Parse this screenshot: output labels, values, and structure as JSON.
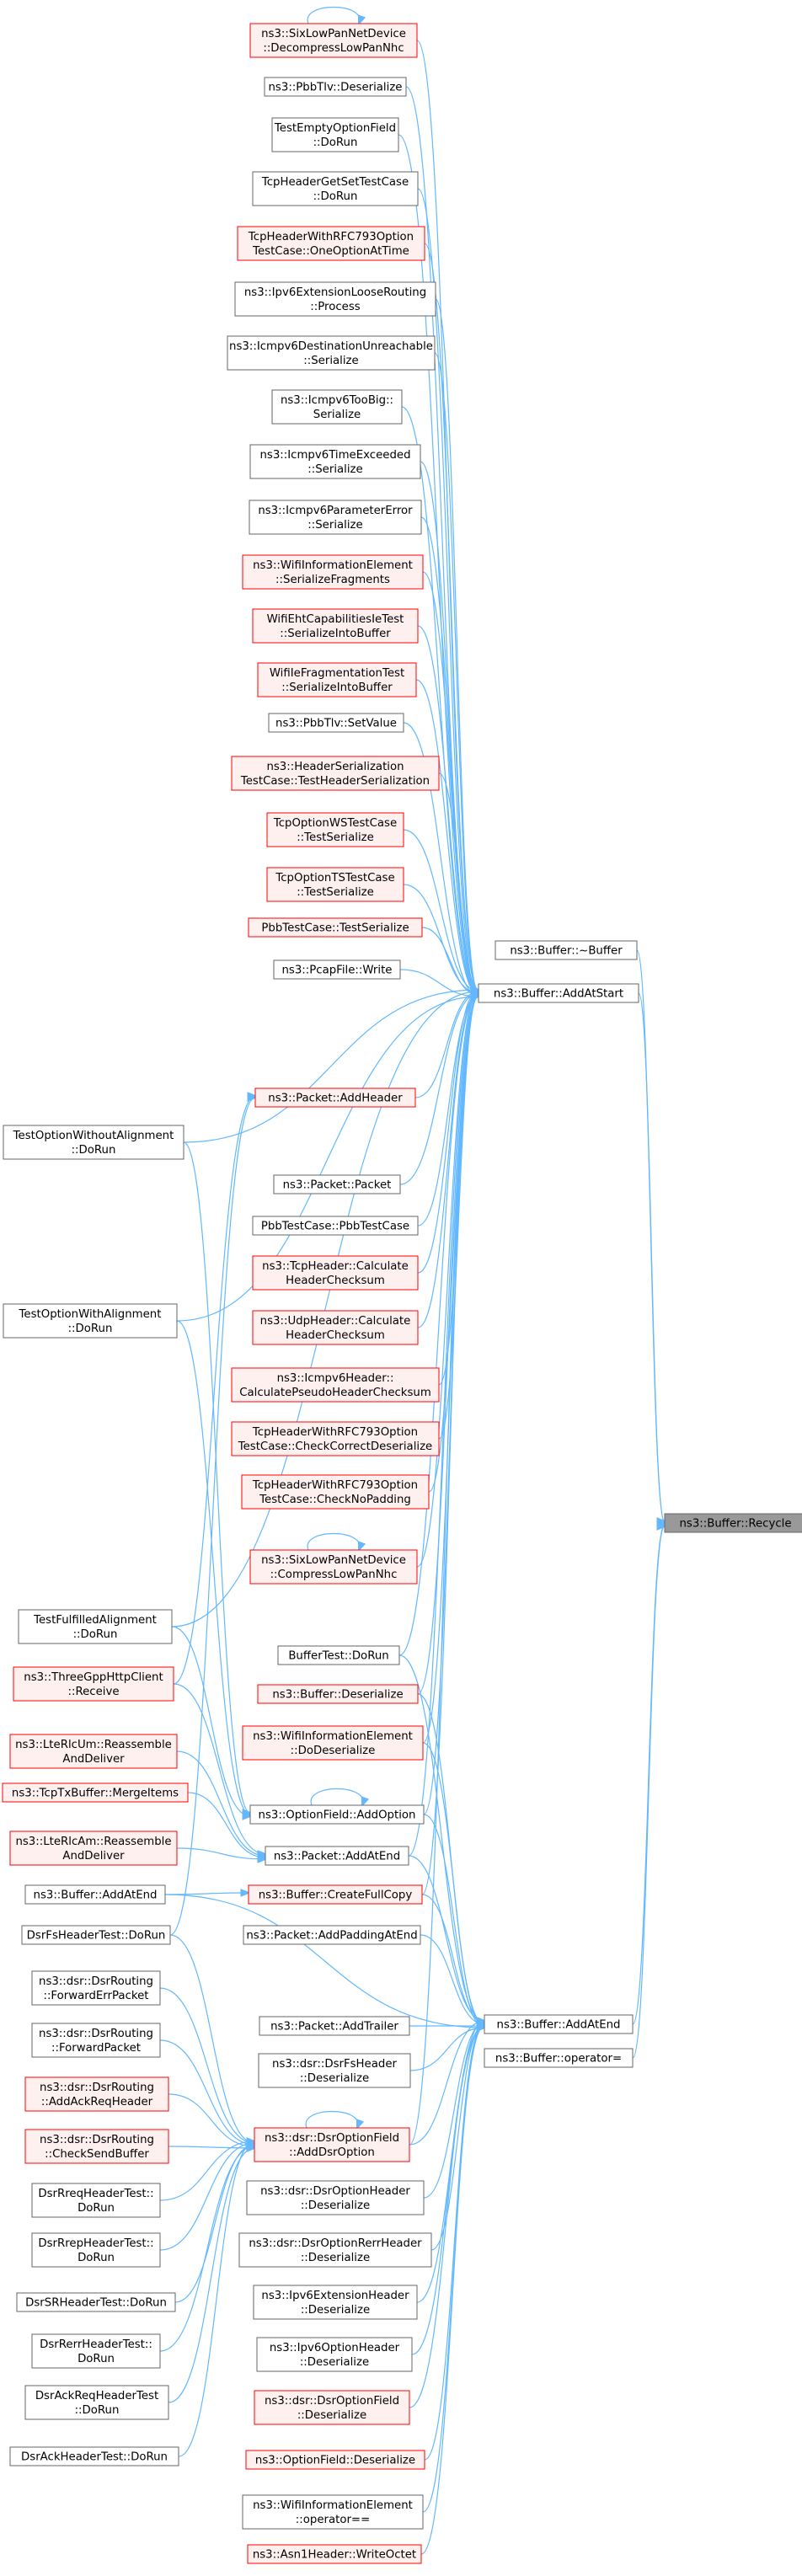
{
  "colors": {
    "edge": "#63b8ff",
    "node_border": "#666666",
    "node_border_highlight": "#ff0000",
    "node_fill": "#ffffff",
    "node_fill_highlight": "#fff0f0",
    "target_fill": "#999999"
  },
  "nodes": [
    {
      "id": "recycle",
      "lines": [
        "ns3::Buffer::Recycle"
      ],
      "style": "target"
    },
    {
      "id": "dtor",
      "lines": [
        "ns3::Buffer::~Buffer"
      ],
      "style": "normal"
    },
    {
      "id": "addAtStart",
      "lines": [
        "ns3::Buffer::AddAtStart"
      ],
      "style": "normal"
    },
    {
      "id": "addAtEnd",
      "lines": [
        "ns3::Buffer::AddAtEnd"
      ],
      "style": "normal"
    },
    {
      "id": "opAssign",
      "lines": [
        "ns3::Buffer::operator="
      ],
      "style": "normal"
    },
    {
      "id": "sixDecomp",
      "lines": [
        "ns3::SixLowPanNetDevice",
        "::DecompressLowPanNhc"
      ],
      "style": "red"
    },
    {
      "id": "pbbTlvDeser",
      "lines": [
        "ns3::PbbTlv::Deserialize"
      ],
      "style": "normal"
    },
    {
      "id": "testEmptyOpt",
      "lines": [
        "TestEmptyOptionField",
        "::DoRun"
      ],
      "style": "normal"
    },
    {
      "id": "tcpHdrGetSet",
      "lines": [
        "TcpHeaderGetSetTestCase",
        "::DoRun"
      ],
      "style": "normal"
    },
    {
      "id": "tcpRfcOne",
      "lines": [
        "TcpHeaderWithRFC793Option",
        "TestCase::OneOptionAtTime"
      ],
      "style": "red"
    },
    {
      "id": "ipv6Loose",
      "lines": [
        "ns3::Ipv6ExtensionLooseRouting",
        "::Process"
      ],
      "style": "normal"
    },
    {
      "id": "icmpDestUnr",
      "lines": [
        "ns3::Icmpv6DestinationUnreachable",
        "::Serialize"
      ],
      "style": "normal"
    },
    {
      "id": "icmpTooBig",
      "lines": [
        "ns3::Icmpv6TooBig::",
        "Serialize"
      ],
      "style": "normal"
    },
    {
      "id": "icmpTimeEx",
      "lines": [
        "ns3::Icmpv6TimeExceeded",
        "::Serialize"
      ],
      "style": "normal"
    },
    {
      "id": "icmpParamErr",
      "lines": [
        "ns3::Icmpv6ParameterError",
        "::Serialize"
      ],
      "style": "normal"
    },
    {
      "id": "wifiInfoSerFrag",
      "lines": [
        "ns3::WifiInformationElement",
        "::SerializeFragments"
      ],
      "style": "red"
    },
    {
      "id": "wifiEht",
      "lines": [
        "WifiEhtCapabilitiesIeTest",
        "::SerializeIntoBuffer"
      ],
      "style": "red"
    },
    {
      "id": "wifiIeFrag",
      "lines": [
        "WifiIeFragmentationTest",
        "::SerializeIntoBuffer"
      ],
      "style": "red"
    },
    {
      "id": "pbbTlvSetValue",
      "lines": [
        "ns3::PbbTlv::SetValue"
      ],
      "style": "normal"
    },
    {
      "id": "hdrSerTest",
      "lines": [
        "ns3::HeaderSerialization",
        "TestCase::TestHeaderSerialization"
      ],
      "style": "red"
    },
    {
      "id": "tcpOptWS",
      "lines": [
        "TcpOptionWSTestCase",
        "::TestSerialize"
      ],
      "style": "red"
    },
    {
      "id": "tcpOptTS",
      "lines": [
        "TcpOptionTSTestCase",
        "::TestSerialize"
      ],
      "style": "red"
    },
    {
      "id": "pbbTestSer",
      "lines": [
        "PbbTestCase::TestSerialize"
      ],
      "style": "red"
    },
    {
      "id": "pcapWrite",
      "lines": [
        "ns3::PcapFile::Write"
      ],
      "style": "normal"
    },
    {
      "id": "testOptWithout",
      "lines": [
        "TestOptionWithoutAlignment",
        "::DoRun"
      ],
      "style": "normal"
    },
    {
      "id": "pktAddHeader",
      "lines": [
        "ns3::Packet::AddHeader"
      ],
      "style": "red"
    },
    {
      "id": "pktPacket",
      "lines": [
        "ns3::Packet::Packet"
      ],
      "style": "normal"
    },
    {
      "id": "pbbTestDeser",
      "lines": [
        "PbbTestCase::PbbTestCase"
      ],
      "style": "normal"
    },
    {
      "id": "testOptWith",
      "lines": [
        "TestOptionWithAlignment",
        "::DoRun"
      ],
      "style": "normal"
    },
    {
      "id": "tcpHdrCalc",
      "lines": [
        "ns3::TcpHeader::Calculate",
        "HeaderChecksum"
      ],
      "style": "red"
    },
    {
      "id": "udpHdrCalc",
      "lines": [
        "ns3::UdpHeader::Calculate",
        "HeaderChecksum"
      ],
      "style": "red"
    },
    {
      "id": "icmpPseudo",
      "lines": [
        "ns3::Icmpv6Header::",
        "CalculatePseudoHeaderChecksum"
      ],
      "style": "red"
    },
    {
      "id": "tcpRfcCheck",
      "lines": [
        "TcpHeaderWithRFC793Option",
        "TestCase::CheckCorrectDeserialize"
      ],
      "style": "red"
    },
    {
      "id": "tcpRfcNoPad",
      "lines": [
        "TcpHeaderWithRFC793Option",
        "TestCase::CheckNoPadding"
      ],
      "style": "red"
    },
    {
      "id": "sixComp",
      "lines": [
        "ns3::SixLowPanNetDevice",
        "::CompressLowPanNhc"
      ],
      "style": "red"
    },
    {
      "id": "testOptFulfilled",
      "lines": [
        "TestFulfilledAlignment",
        "::DoRun"
      ],
      "style": "normal"
    },
    {
      "id": "bufferTestDoRun",
      "lines": [
        "BufferTest::DoRun"
      ],
      "style": "normal"
    },
    {
      "id": "threeGpp",
      "lines": [
        "ns3::ThreeGppHttpClient",
        "::Receive"
      ],
      "style": "red"
    },
    {
      "id": "bufDeser",
      "lines": [
        "ns3::Buffer::Deserialize"
      ],
      "style": "red"
    },
    {
      "id": "lteUm",
      "lines": [
        "ns3::LteRlcUm::Reassemble",
        "AndDeliver"
      ],
      "style": "red"
    },
    {
      "id": "wifiInfoDoDeser",
      "lines": [
        "ns3::WifiInformationElement",
        "::DoDeserialize"
      ],
      "style": "red"
    },
    {
      "id": "tcpTxMerge",
      "lines": [
        "ns3::TcpTxBuffer::MergeItems"
      ],
      "style": "red"
    },
    {
      "id": "optFieldAdd",
      "lines": [
        "ns3::OptionField::AddOption"
      ],
      "style": "normal"
    },
    {
      "id": "lteAm",
      "lines": [
        "ns3::LteRlcAm::Reassemble",
        "AndDeliver"
      ],
      "style": "red"
    },
    {
      "id": "pktAddAtEnd",
      "lines": [
        "ns3::Packet::AddAtEnd"
      ],
      "style": "normal"
    },
    {
      "id": "bufAddAtEndL",
      "lines": [
        "ns3::Buffer::AddAtEnd"
      ],
      "style": "normal"
    },
    {
      "id": "bufCreateFull",
      "lines": [
        "ns3::Buffer::CreateFullCopy"
      ],
      "style": "red"
    },
    {
      "id": "dsrFsHdrTest",
      "lines": [
        "DsrFsHeaderTest::DoRun"
      ],
      "style": "normal"
    },
    {
      "id": "pktAddPad",
      "lines": [
        "ns3::Packet::AddPaddingAtEnd"
      ],
      "style": "normal"
    },
    {
      "id": "dsrFwdErr",
      "lines": [
        "ns3::dsr::DsrRouting",
        "::ForwardErrPacket"
      ],
      "style": "normal"
    },
    {
      "id": "pktAddTrailer",
      "lines": [
        "ns3::Packet::AddTrailer"
      ],
      "style": "normal"
    },
    {
      "id": "dsrFwd",
      "lines": [
        "ns3::dsr::DsrRouting",
        "::ForwardPacket"
      ],
      "style": "normal"
    },
    {
      "id": "dsrFsHdrDeser",
      "lines": [
        "ns3::dsr::DsrFsHeader",
        "::Deserialize"
      ],
      "style": "normal"
    },
    {
      "id": "dsrAddAck",
      "lines": [
        "ns3::dsr::DsrRouting",
        "::AddAckReqHeader"
      ],
      "style": "red"
    },
    {
      "id": "dsrOptAdd",
      "lines": [
        "ns3::dsr::DsrOptionField",
        "::AddDsrOption"
      ],
      "style": "red"
    },
    {
      "id": "dsrCheckSend",
      "lines": [
        "ns3::dsr::DsrRouting",
        "::CheckSendBuffer"
      ],
      "style": "red"
    },
    {
      "id": "dsrOptHdrDeser",
      "lines": [
        "ns3::dsr::DsrOptionHeader",
        "::Deserialize"
      ],
      "style": "normal"
    },
    {
      "id": "dsrRreq",
      "lines": [
        "DsrRreqHeaderTest::",
        "DoRun"
      ],
      "style": "normal"
    },
    {
      "id": "dsrOptRerr",
      "lines": [
        "ns3::dsr::DsrOptionRerrHeader",
        "::Deserialize"
      ],
      "style": "normal"
    },
    {
      "id": "dsrRrep",
      "lines": [
        "DsrRrepHeaderTest::",
        "DoRun"
      ],
      "style": "normal"
    },
    {
      "id": "ipv6ExtHdr",
      "lines": [
        "ns3::Ipv6ExtensionHeader",
        "::Deserialize"
      ],
      "style": "normal"
    },
    {
      "id": "dsrSR",
      "lines": [
        "DsrSRHeaderTest::DoRun"
      ],
      "style": "normal"
    },
    {
      "id": "ipv6OptHdr",
      "lines": [
        "ns3::Ipv6OptionHeader",
        "::Deserialize"
      ],
      "style": "normal"
    },
    {
      "id": "dsrRerr",
      "lines": [
        "DsrRerrHeaderTest::",
        "DoRun"
      ],
      "style": "normal"
    },
    {
      "id": "dsrOptFieldDeser",
      "lines": [
        "ns3::dsr::DsrOptionField",
        "::Deserialize"
      ],
      "style": "red"
    },
    {
      "id": "dsrAckReq",
      "lines": [
        "DsrAckReqHeaderTest",
        "::DoRun"
      ],
      "style": "normal"
    },
    {
      "id": "optFieldDeser",
      "lines": [
        "ns3::OptionField::Deserialize"
      ],
      "style": "red"
    },
    {
      "id": "dsrAck",
      "lines": [
        "DsrAckHeaderTest::DoRun"
      ],
      "style": "normal"
    },
    {
      "id": "wifiInfoOpEq",
      "lines": [
        "ns3::WifiInformationElement",
        "::operator=="
      ],
      "style": "normal"
    },
    {
      "id": "asn1Write",
      "lines": [
        "ns3::Asn1Header::WriteOctet"
      ],
      "style": "red"
    }
  ],
  "edges": [
    [
      "dtor",
      "recycle"
    ],
    [
      "addAtStart",
      "recycle"
    ],
    [
      "addAtEnd",
      "recycle"
    ],
    [
      "opAssign",
      "recycle"
    ],
    [
      "sixDecomp",
      "addAtStart"
    ],
    [
      "pbbTlvDeser",
      "addAtStart"
    ],
    [
      "testEmptyOpt",
      "addAtStart"
    ],
    [
      "tcpHdrGetSet",
      "addAtStart"
    ],
    [
      "tcpRfcOne",
      "addAtStart"
    ],
    [
      "ipv6Loose",
      "addAtStart"
    ],
    [
      "icmpDestUnr",
      "addAtStart"
    ],
    [
      "icmpTooBig",
      "addAtStart"
    ],
    [
      "icmpTimeEx",
      "addAtStart"
    ],
    [
      "icmpParamErr",
      "addAtStart"
    ],
    [
      "wifiInfoSerFrag",
      "addAtStart"
    ],
    [
      "wifiEht",
      "addAtStart"
    ],
    [
      "wifiIeFrag",
      "addAtStart"
    ],
    [
      "pbbTlvSetValue",
      "addAtStart"
    ],
    [
      "hdrSerTest",
      "addAtStart"
    ],
    [
      "tcpOptWS",
      "addAtStart"
    ],
    [
      "tcpOptTS",
      "addAtStart"
    ],
    [
      "pbbTestSer",
      "addAtStart"
    ],
    [
      "pcapWrite",
      "addAtStart"
    ],
    [
      "testOptWithout",
      "addAtStart"
    ],
    [
      "pktAddHeader",
      "addAtStart"
    ],
    [
      "pktPacket",
      "addAtStart"
    ],
    [
      "pbbTestDeser",
      "addAtStart"
    ],
    [
      "testOptWith",
      "addAtStart"
    ],
    [
      "tcpHdrCalc",
      "addAtStart"
    ],
    [
      "udpHdrCalc",
      "addAtStart"
    ],
    [
      "icmpPseudo",
      "addAtStart"
    ],
    [
      "tcpRfcCheck",
      "addAtStart"
    ],
    [
      "tcpRfcNoPad",
      "addAtStart"
    ],
    [
      "sixComp",
      "addAtStart"
    ],
    [
      "testOptFulfilled",
      "addAtStart"
    ],
    [
      "bufferTestDoRun",
      "addAtStart"
    ],
    [
      "bufDeser",
      "addAtStart"
    ],
    [
      "wifiInfoDoDeser",
      "addAtStart"
    ],
    [
      "optFieldAdd",
      "addAtStart"
    ],
    [
      "pktAddAtEnd",
      "addAtStart"
    ],
    [
      "bufCreateFull",
      "addAtStart"
    ],
    [
      "dsrOptAdd",
      "addAtStart"
    ],
    [
      "bufferTestDoRun",
      "addAtEnd"
    ],
    [
      "bufDeser",
      "addAtEnd"
    ],
    [
      "wifiInfoDoDeser",
      "addAtEnd"
    ],
    [
      "optFieldAdd",
      "addAtEnd"
    ],
    [
      "pktAddAtEnd",
      "addAtEnd"
    ],
    [
      "bufCreateFull",
      "addAtEnd"
    ],
    [
      "pktAddPad",
      "addAtEnd"
    ],
    [
      "pktAddTrailer",
      "addAtEnd"
    ],
    [
      "dsrFsHdrDeser",
      "addAtEnd"
    ],
    [
      "dsrOptAdd",
      "addAtEnd"
    ],
    [
      "dsrOptHdrDeser",
      "addAtEnd"
    ],
    [
      "dsrOptRerr",
      "addAtEnd"
    ],
    [
      "ipv6ExtHdr",
      "addAtEnd"
    ],
    [
      "ipv6OptHdr",
      "addAtEnd"
    ],
    [
      "dsrOptFieldDeser",
      "addAtEnd"
    ],
    [
      "optFieldDeser",
      "addAtEnd"
    ],
    [
      "wifiInfoOpEq",
      "addAtEnd"
    ],
    [
      "asn1Write",
      "addAtEnd"
    ],
    [
      "bufAddAtEndL",
      "addAtEnd"
    ],
    [
      "sixDecomp",
      "sixDecomp"
    ],
    [
      "optFieldAdd",
      "optFieldAdd"
    ],
    [
      "sixComp",
      "sixComp"
    ],
    [
      "dsrOptAdd",
      "dsrOptAdd"
    ],
    [
      "testOptWithout",
      "optFieldAdd"
    ],
    [
      "testOptWith",
      "optFieldAdd"
    ],
    [
      "testOptFulfilled",
      "optFieldAdd"
    ],
    [
      "threeGpp",
      "pktAddAtEnd"
    ],
    [
      "lteUm",
      "pktAddAtEnd"
    ],
    [
      "tcpTxMerge",
      "pktAddAtEnd"
    ],
    [
      "lteAm",
      "pktAddAtEnd"
    ],
    [
      "threeGpp",
      "pktAddHeader"
    ],
    [
      "bufAddAtEndL",
      "bufCreateFull"
    ],
    [
      "dsrFsHdrTest",
      "pktAddHeader"
    ],
    [
      "dsrFwdErr",
      "dsrOptAdd"
    ],
    [
      "dsrFwd",
      "dsrOptAdd"
    ],
    [
      "dsrAddAck",
      "dsrOptAdd"
    ],
    [
      "dsrCheckSend",
      "dsrOptAdd"
    ],
    [
      "dsrRreq",
      "dsrOptAdd"
    ],
    [
      "dsrRrep",
      "dsrOptAdd"
    ],
    [
      "dsrSR",
      "dsrOptAdd"
    ],
    [
      "dsrRerr",
      "dsrOptAdd"
    ],
    [
      "dsrAckReq",
      "dsrOptAdd"
    ],
    [
      "dsrAck",
      "dsrOptAdd"
    ],
    [
      "dsrFsHdrTest",
      "dsrOptAdd"
    ]
  ]
}
